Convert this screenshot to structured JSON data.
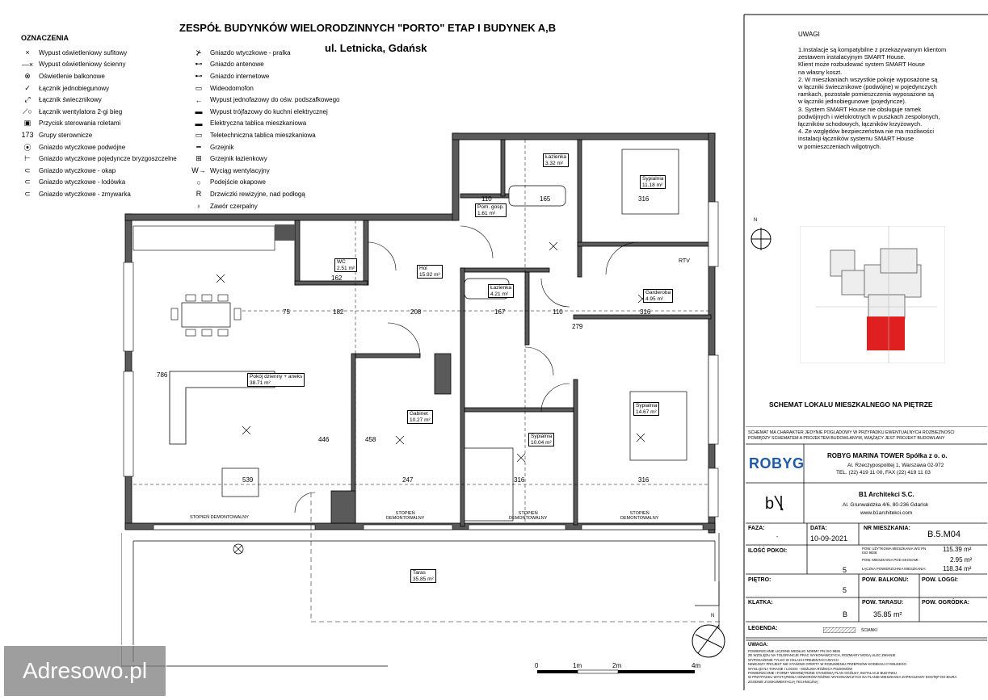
{
  "header": {
    "title_line1": "ZESPÓŁ BUDYNKÓW WIELORODZINNYCH \"PORTO\"  ETAP I  BUDYNEK A,B",
    "title_line2": "ul. Letnicka, Gdańsk"
  },
  "legend": {
    "heading": "OZNACZENIA",
    "left": [
      {
        "icon": "×",
        "label": "Wypust oświetleniowy sufitowy"
      },
      {
        "icon": "—×",
        "label": "Wypust oświetleniowy ścienny"
      },
      {
        "icon": "⊗",
        "label": "Oświetlenie balkonowe"
      },
      {
        "icon": "✓",
        "label": "Łącznik jednobiegunowy"
      },
      {
        "icon": "⤢",
        "label": "Łącznik świecznikowy"
      },
      {
        "icon": "⟋○",
        "label": "Łącznik wentylatora 2-gi bieg"
      },
      {
        "icon": "▣",
        "label": "Przycisk sterowania roletami"
      },
      {
        "icon": "173",
        "label": "Grupy sterownicze"
      },
      {
        "icon": "⦿",
        "label": "Gniazdo wtyczkowe podwójne"
      },
      {
        "icon": "⊢",
        "label": "Gniazdo wtyczkowe pojedyncze bryzgoszczelne"
      },
      {
        "icon": "⊂",
        "label": "Gniazdo wtyczkowe - okap"
      },
      {
        "icon": "⊂",
        "label": "Gniazdo wtyczkowe - lodówka"
      },
      {
        "icon": "⊂",
        "label": "Gniazdo wtyczkowe - zmywarka"
      }
    ],
    "right": [
      {
        "icon": "⊁",
        "label": "Gniazdo wtyczkowe - pralka"
      },
      {
        "icon": "⊷",
        "label": "Gniazdo antenowe"
      },
      {
        "icon": "⊷",
        "label": "Gniazdo internetowe"
      },
      {
        "icon": "▭",
        "label": "Wideodomofon"
      },
      {
        "icon": "←",
        "label": "Wypust jednofazowy do ośw. podszafkowego"
      },
      {
        "icon": "▬",
        "label": "Wypust trójfazowy do kuchni elektrycznej"
      },
      {
        "icon": "▬",
        "label": "Elektryczna tablica mieszkaniowa"
      },
      {
        "icon": "▭",
        "label": "Teletechniczna tablica mieszkaniowa"
      },
      {
        "icon": "━",
        "label": "Grzejnik"
      },
      {
        "icon": "⊞",
        "label": "Grzejnik łazienkowy"
      },
      {
        "icon": "W→",
        "label": "Wyciąg wentylacyjny"
      },
      {
        "icon": "○",
        "label": "Podejście okapowe"
      },
      {
        "icon": "R",
        "label": "Drzwiczki rewizyjne, nad podłogą"
      },
      {
        "icon": "♁",
        "label": "Zawór czerpalny"
      }
    ]
  },
  "notes": {
    "heading": "UWAGI",
    "lines": [
      "1.Instalacje są kompatybilne z przekazywanym klientom",
      "zestawem instalacyjnym SMART House.",
      "Klient może rozbudować system SMART House",
      "na własny koszt.",
      "2. W mieszkaniach wszystkie pokoje wyposażone są",
      "w łączniki świecznikowe (podwójne) w  pojedynczych",
      "ramkach, pozostałe pomieszczenia wyposażone są",
      "w łączniki jednobiegunowe (pojedyncze).",
      "3. System SMART House nie obsługuje ramek",
      "podwójnych i wielokrotnych w puszkach zespolonych,",
      "łączników schodowych, łączników krzyżowych.",
      "4. Ze względów bezpieczeństwa nie ma możliwości",
      "instalacji łączników systemu SMART House",
      "w pomieszczeniach wilgotnych."
    ]
  },
  "scheme": {
    "title": "SCHEMAT LOKALU MIESZKALNEGO NA PIĘTRZE"
  },
  "title_block": {
    "disclaimer_1": "SCHEMAT MA CHARAKTER JEDYNIE POGLĄDOWY W PRZYPADKU EWENTUALNYCH ROZBIEŻNOŚCI",
    "disclaimer_2": "POMIĘDZY SCHEMATEM A PROJEKTEM BUDOWLANYM, WIĄŻĄCY JEST PROJEKT BUDOWLANY",
    "developer_logo": "ROBYG",
    "developer_name": "ROBYG MARINA TOWER Spółka z o. o.",
    "developer_addr": "Al. Rzeczypospolitej 1, Warszawa 02-972",
    "developer_tel": "TEL. (22) 419 11 00, FAX (22) 419 11 03",
    "architect_name": "B1 Architekci S.C.",
    "architect_addr": "Al. Grunwaldzka 4/6, 80-236 Gdańsk",
    "architect_www": "www.b1architekci.com",
    "faza_label": "FAZA:",
    "faza_value": "-",
    "data_label": "DATA:",
    "data_value": "10-09-2021",
    "nr_label": "NR MIESZKANIA:",
    "nr_value": "B.5.M04",
    "pokoi_label": "ILOŚĆ POKOI:",
    "pokoi_value": "5",
    "pow_uzytkowa_label": "POW. UŻYTKOWA MIESZKANIA WG PN ISO 9836:",
    "pow_uzytkowa_value": "115.39 m²",
    "pow_skosy_label": "POW. MIESZKANIA POD SKOSAMI:",
    "pow_skosy_value": "2.95 m²",
    "pow_laczna_label": "ŁĄCZNA POWIERZCHNIA MIESZKANIA:",
    "pow_laczna_value": "118.34 m²",
    "pietro_label": "PIĘTRO:",
    "pietro_value": "5",
    "balkonu_label": "POW. BALKONU:",
    "loggi_label": "POW. LOGGI:",
    "klatka_label": "KLATKA:",
    "klatka_value": "B",
    "tarasu_label": "POW. TARASU:",
    "tarasu_value": "35.85 m²",
    "ogrodka_label": "POW. OGRÓDKA:",
    "legenda_label": "LEGENDA:",
    "legenda_item": "ŚCIANKI",
    "uwaga_label": "UWAGA:",
    "uwaga_lines": [
      "POWIERZCHNIE LICZONE WEDŁUG NORMY PN ISO 9836",
      "ZE WZGLĘDU NA TOLERANCJE PRAC WYKONAWCZYCH, ROZMIARY MOGĄ ULEC ZMIANIE",
      "WYPOSAŻENIE TYLKO W CELACH PREZENTACYJNYCH",
      "NINIEJSZY PROJEKT NIE STANOWI OFERTY W ROZUMIENIU PRZEPISÓW KODEKSU CYWILNEGO",
      "WYGLĄD NA TARASIE I LOGGII - MOŻLIWA RÓŻNICA POZIOMÓW",
      "POWIERZCHNIE I FORMY WEWNĘTRZNE STANOWIĄ PLAN OGÓLNY, INSTALACJI BUDYNKU",
      "W PRZYPADKU WYSTĄPIENIA ODWORÓW RÓŻNIC WYKONAWCZYCH NA PLANIE MIESZKANIA ZAPRASZAMY DOSTĘP DO BIURA",
      "ZGODNIE Z DOKUMENTACJĄ TECHNICZNĄ"
    ]
  },
  "rooms": [
    {
      "name": "Łazienka",
      "area": "3.32 m²"
    },
    {
      "name": "Sypialnia",
      "area": "11.18 m²"
    },
    {
      "name": "Pom. gosp.",
      "area": "1.61 m²"
    },
    {
      "name": "WC",
      "area": "2.51 m²"
    },
    {
      "name": "Hol",
      "area": "15.92 m²"
    },
    {
      "name": "Łazienka",
      "area": "4.21 m²"
    },
    {
      "name": "Garderoba",
      "area": "4.95 m²"
    },
    {
      "name": "Pokój dzienny + aneks",
      "area": "38.71 m²"
    },
    {
      "name": "Gabinet",
      "area": "10.27 m²"
    },
    {
      "name": "Sypialnia",
      "area": "10.04 m²"
    },
    {
      "name": "Sypialnia",
      "area": "14.67 m²"
    },
    {
      "name": "Taras",
      "area": "35.85 m²"
    }
  ],
  "plan_labels": {
    "stopien": "STOPIEŃ DEMONTOWALNY",
    "stopien_a": "STOPIEŃ",
    "stopien_b": "DEMONTOWALNY",
    "rtv": "RTV",
    "scale_0": "0",
    "scale_1": "1m",
    "scale_2": "2m",
    "scale_4": "4m",
    "north": "N",
    "dims": [
      "75",
      "182",
      "208",
      "167",
      "110",
      "316",
      "539",
      "247",
      "316",
      "316",
      "110",
      "165",
      "316",
      "162",
      "458",
      "446",
      "786",
      "279"
    ]
  },
  "watermark": "Adresowo.pl"
}
